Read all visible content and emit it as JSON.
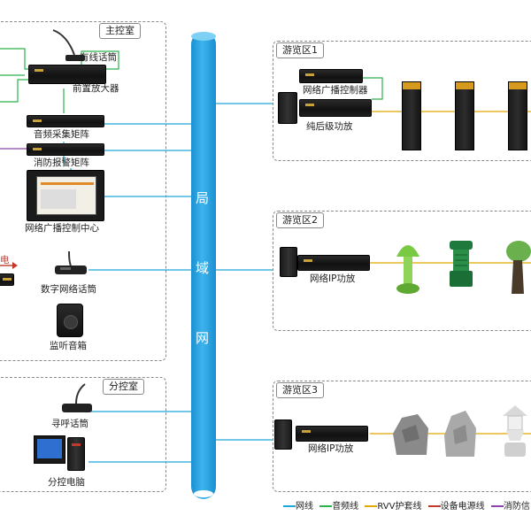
{
  "main_room": {
    "title": "主控室",
    "items": {
      "wired_mic": "有线话筒",
      "preamp": "前置放大器",
      "audio_matrix": "音频采集矩阵",
      "fire_matrix": "消防报警矩阵",
      "control_center": "网络广播控制中心",
      "power_fragment": "电",
      "network_mic": "数字网络话筒",
      "monitor_speaker": "监听音箱"
    }
  },
  "sub_room": {
    "title": "分控室",
    "items": {
      "paging_mic": "寻呼话筒",
      "sub_pc": "分控电脑"
    }
  },
  "lan": {
    "chars": [
      "局",
      "域",
      "网"
    ]
  },
  "zones": [
    {
      "title": "游览区1",
      "devices": [
        "网络广播控制器",
        "纯后级功放"
      ]
    },
    {
      "title": "游览区2",
      "devices": [
        "网络IP功放"
      ]
    },
    {
      "title": "游览区3",
      "devices": [
        "网络IP功放"
      ]
    }
  ],
  "legend": [
    {
      "label": "网线",
      "color": "#1fa7d8"
    },
    {
      "label": "音频线",
      "color": "#2bb24c"
    },
    {
      "label": "RVV护套线",
      "color": "#e0a800"
    },
    {
      "label": "设备电源线",
      "color": "#c0392b"
    },
    {
      "label": "消防信",
      "color": "#8e44ad"
    }
  ]
}
